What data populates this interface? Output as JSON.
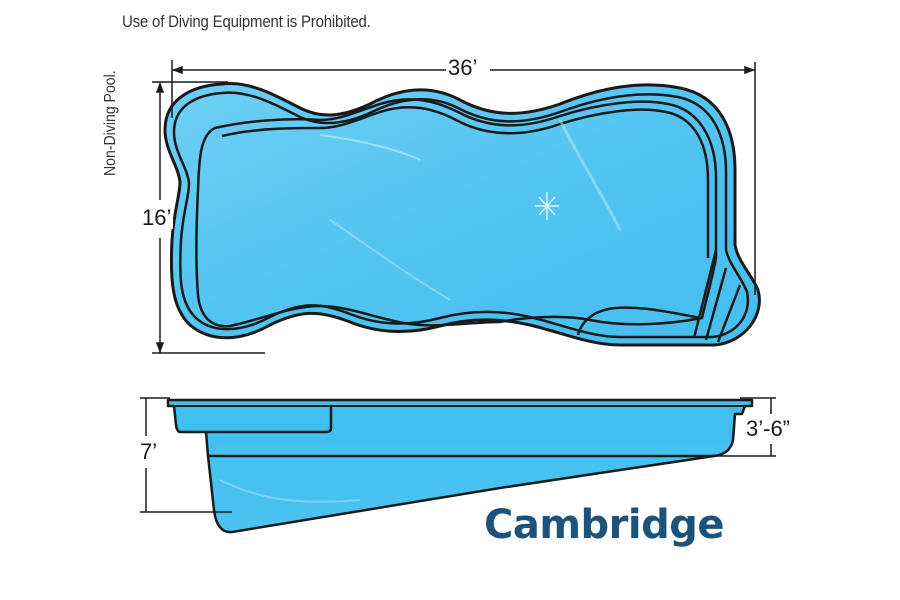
{
  "diagram": {
    "notice": "Use of Diving Equipment is Prohibited.",
    "side_label": "Non-Diving Pool.",
    "plan_view": {
      "length_label": "36’",
      "width_label": "16’"
    },
    "profile_view": {
      "deep_end_depth_label": "7’",
      "shallow_end_depth_label": "3’-6”"
    },
    "model_name": "Cambridge",
    "colors": {
      "water": "#4ec3f0",
      "water_light": "#8fd9f7",
      "outline": "#1a1a1a",
      "title": "#1d527a"
    }
  }
}
